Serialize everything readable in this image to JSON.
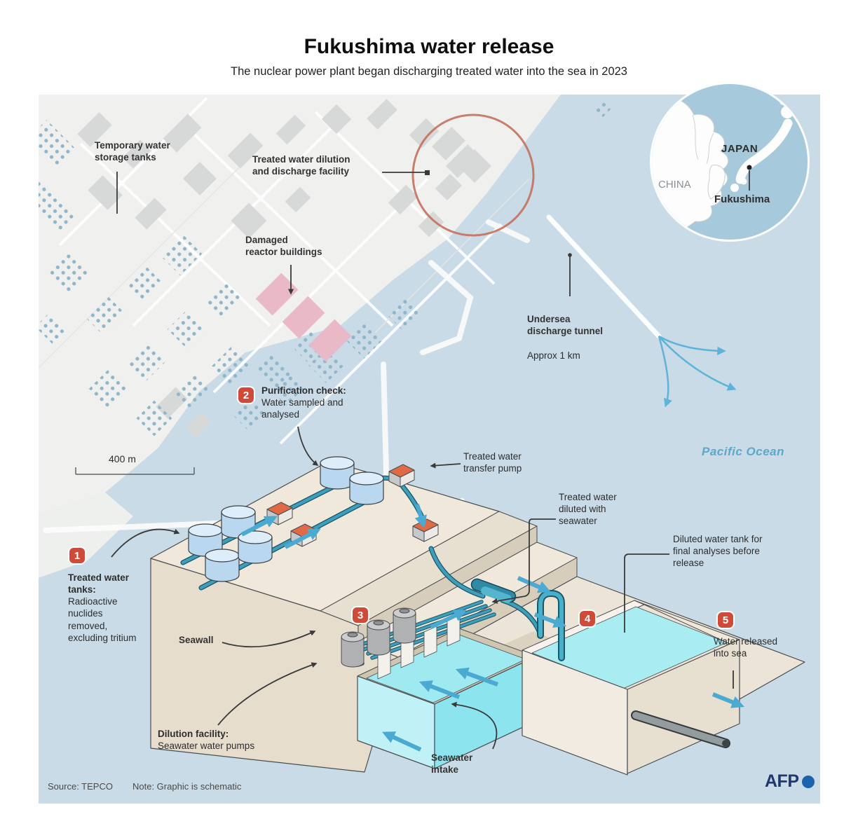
{
  "header": {
    "title": "Fukushima water release",
    "subtitle": "The nuclear power plant began discharging treated water into the sea in 2023"
  },
  "map": {
    "storage_tanks_label": "Temporary water\nstorage tanks",
    "dilution_facility_label": "Treated water dilution\nand discharge facility",
    "damaged_reactors_label": "Damaged\nreactor buildings",
    "tunnel_label": "Undersea\ndischarge tunnel",
    "tunnel_distance": "Approx 1 km",
    "ocean_label": "Pacific Ocean",
    "scale_label": "400 m"
  },
  "inset": {
    "country_main": "JAPAN",
    "country_left": "CHINA",
    "place": "Fukushima"
  },
  "steps": {
    "s1": {
      "num": "1",
      "title": "Treated water\ntanks:",
      "desc": "Radioactive nuclides removed, excluding tritium"
    },
    "s2": {
      "num": "2",
      "title": "Purification check:",
      "desc": "Water sampled and analysed"
    },
    "s3": {
      "num": "3",
      "title": "Dilution facility:",
      "desc": "Seawater water pumps"
    },
    "s4": {
      "num": "4"
    },
    "s5": {
      "num": "5",
      "desc": "Water released into sea"
    }
  },
  "annotations": {
    "transfer_pump": "Treated water\ntransfer pump",
    "diluted_with": "Treated water\ndiluted with\nseawater",
    "diluted_tank": "Diluted water tank for\nfinal analyses before\nrelease",
    "seawall": "Seawall",
    "seawater_intake": "Seawater\nintake"
  },
  "footer": {
    "source": "Source: TEPCO",
    "note": "Note: Graphic is schematic",
    "logo_text": "AFP"
  },
  "colors": {
    "sea": "#c8dbe6",
    "inset_sea": "#a7c9dc",
    "land": "#f0f1ef",
    "building": "#d7d9d8",
    "tank_dots": "#8fb6ca",
    "damaged_building": "#e9b9c8",
    "highlight_circle": "#c4705c",
    "badge": "#cf4a38",
    "pipe": "#3f9fbb",
    "water": "#8ce4ee",
    "flow_arrow": "#4aaad2",
    "ocean_text": "#5ba8ce",
    "afp_navy": "#20386b",
    "afp_blue": "#1c63ad"
  }
}
